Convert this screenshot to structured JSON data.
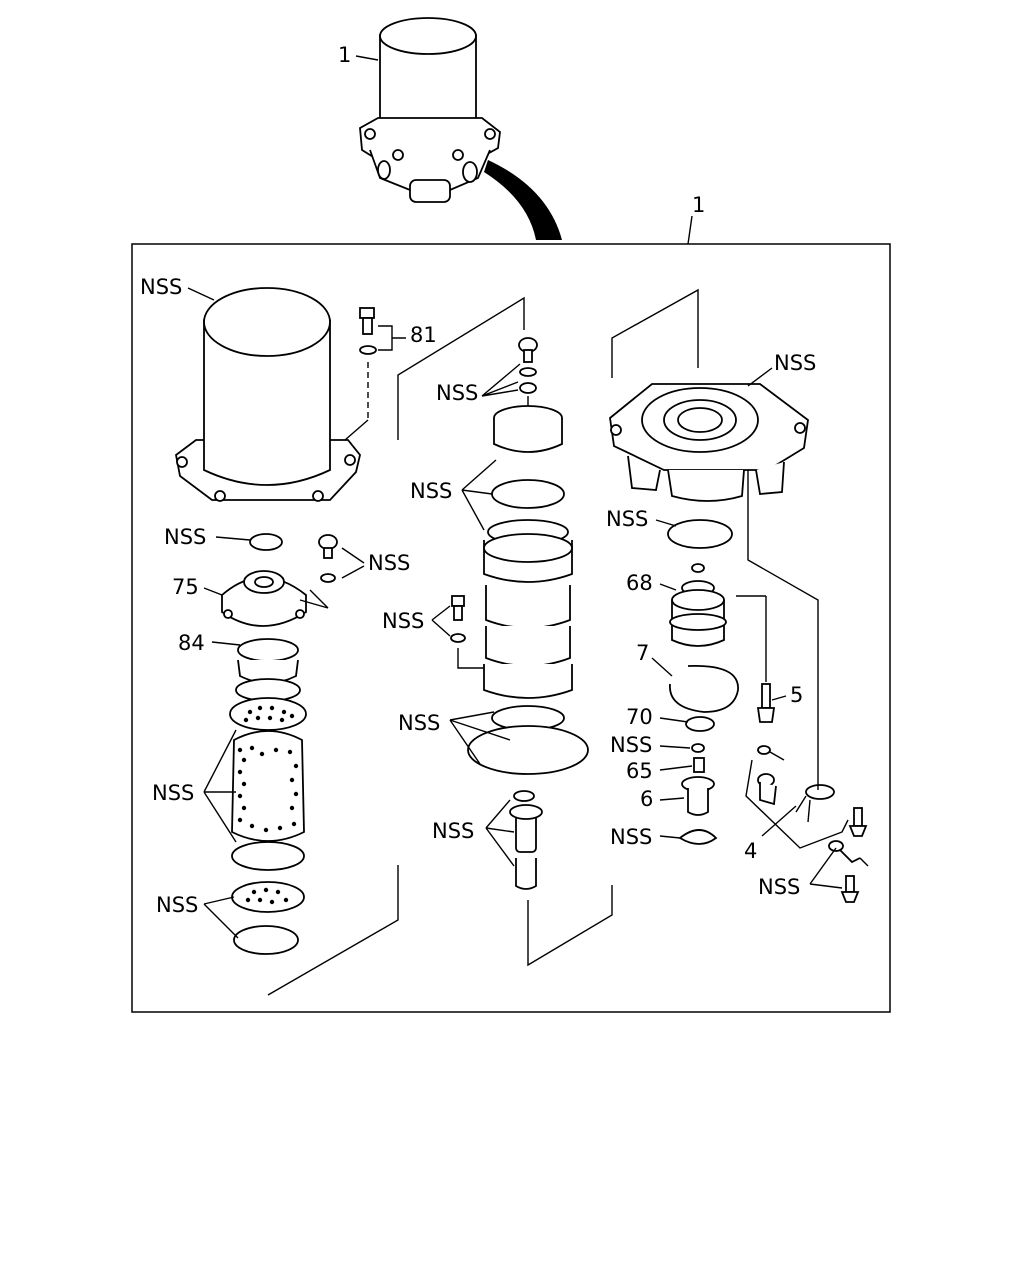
{
  "diagram": {
    "callouts": {
      "top_assembly": "1",
      "frame_assembly": "1",
      "cover_nss": "NSS",
      "bolt_81": "81",
      "plug_nss_1": "NSS",
      "screw_nss_1": "NSS",
      "cover_75": "75",
      "seal_84": "84",
      "desiccant_nss": "NSS",
      "screen_nss": "NSS",
      "top_screw_nss": "NSS",
      "rings_nss": "NSS",
      "side_bolt_nss": "NSS",
      "lower_rings_nss": "NSS",
      "valve_nss": "NSS",
      "housing_nss": "NSS",
      "oring_nss": "NSS",
      "piston_68": "68",
      "snap_ring_7": "7",
      "heater_5": "5",
      "part_70": "70",
      "washer_nss": "NSS",
      "part_65": "65",
      "part_6": "6",
      "clip_nss": "NSS",
      "thermostat_4": "4",
      "screws_nss": "NSS"
    }
  }
}
